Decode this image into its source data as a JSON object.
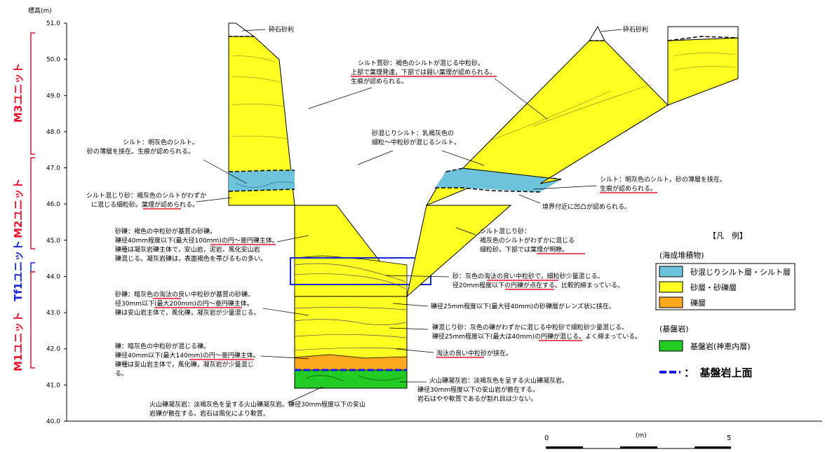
{
  "axis": {
    "title": "標高(m)",
    "ticks": [
      "51.0",
      "50.0",
      "49.0",
      "48.0",
      "47.0",
      "46.0",
      "45.0",
      "44.0",
      "43.0",
      "42.0",
      "41.0",
      "40.0"
    ]
  },
  "units": {
    "m3": "M3ユニット",
    "m2": "M2ユニット",
    "tf1": "Tf1ユニット",
    "m1": "M1ユニット"
  },
  "annotations": {
    "gravel_top_left": "砕石砂利",
    "gravel_top_right": "砕石砂利",
    "silty_sand_1": "シルト質砂：褐色のシルトが混じる中粒砂。",
    "silty_sand_2": "上部で葉理発達，下部では弱い葉理が認められる。",
    "silty_sand_3": "生痕が認められる。",
    "sand_silt_1": "砂混じりシルト：乳褐灰色の",
    "sand_silt_2": "細粒～中粒砂が混じるシルト。",
    "silt_left_1": "シルト：明灰色のシルト。",
    "silt_left_2": "砂の薄層を挟在。生痕が認められる。",
    "silt_right_1": "シルト：明灰色のシルト。砂の薄層を挟在。",
    "silt_right_2": "生痕が認められる。",
    "silt_sand_left_1": "シルト混じり砂：褐灰色のシルトがわずか",
    "silt_sand_left_2": "に混じる細粒砂。葉理が認められる。",
    "boundary": "境界付近に凹凸が認められる。",
    "silt_sand_right_1": "シルト混じり砂：",
    "silt_sand_right_2": "褐灰色のシルトがわずかに混じる",
    "silt_sand_right_3": "細粒砂。下部では葉理が明瞭。",
    "gravelly_sand_1_1": "砂礫：褐色の中粒砂が基質の砂礫。",
    "gravelly_sand_1_2": "礫径40mm程度以下(最大径100mm)の円～亜円礫主体。",
    "gravelly_sand_1_3": "礫種は凝灰岩礫主体で，安山岩，泥岩，風化安山岩",
    "gravelly_sand_1_4": "礫混じる。凝灰岩礫は，表面褐色を帯びるもの多い。",
    "sand_gray_1": "砂：灰色の淘汰の良い中粒砂で，細粒砂少量混じる。",
    "sand_gray_2": "径20mm程度以下の円礫が点在する。比較的締まっている。",
    "gravelly_sand_2_1": "砂礫：暗灰色の淘汰の良い中粒砂が基質の砂礫。",
    "gravelly_sand_2_2": "径30mm以下(最大200mm)の円～亜円礫主体。",
    "gravelly_sand_2_3": "礫は安山岩主体で，風化礫，凝灰岩が少量混じる。",
    "gravel_lens": "礫径25mm程度以下(最大径40mm)の砂礫層がレンズ状に挟在。",
    "gravel_mixed_1": "礫混じり砂：灰色の礫がわずかに混じる中粒砂で細粒砂少量混じる。",
    "gravel_mixed_2": "礫径25mm程度以下(最大は40mm)の円礫が混じる。よく締まっている。",
    "well_sorted": "淘汰の良い中粒砂が挟在。",
    "gravel_dark_1": "礫：暗灰色の中粒砂が混じる礫。",
    "gravel_dark_2": "礫径40mm以下(最大140mm)の円～亜円礫主体。",
    "gravel_dark_3": "礫種は安山岩主体で，風化礫，凝灰岩が少量混じ",
    "gravel_dark_4": "る。",
    "tuff_right_1": "火山礫凝灰岩：淡褐灰色を呈する火山礫凝灰岩。",
    "tuff_right_2": "礫径30mm程度以下の安山岩が散在する。",
    "tuff_right_3": "岩石はやや軟質であるが割れ目は少ない。",
    "tuff_bottom_1": "火山礫凝灰岩：淡褐灰色を呈する火山礫凝灰岩。礫径30mm程度以下の安山",
    "tuff_bottom_2": "岩礫が散在する。岩石は風化により軟質。"
  },
  "legend": {
    "title": "【凡　例】",
    "marine_heading": "(海成堆積物)",
    "bedrock_heading": "(基盤岩)",
    "items": [
      {
        "label": "砂混じりシルト層・シルト層",
        "color": "#6EC3DC"
      },
      {
        "label": "砂層・砂礫層",
        "color": "#FFFF22"
      },
      {
        "label": "礫層",
        "color": "#FFAA1E"
      },
      {
        "label": "基盤岩(神恵内層)",
        "color": "#22CC22"
      }
    ],
    "bedrock_surface": "：　基盤岩上面"
  },
  "scale": {
    "unit": "(m)",
    "zero": "0",
    "five": "5"
  },
  "colors": {
    "silt": "#6EC3DC",
    "sand": "#FFFF22",
    "gravel": "#FFAA1E",
    "bedrock": "#22CC22",
    "unit_red": "#E8142D",
    "unit_blue": "#1428D2",
    "underline": "#E8142D",
    "bedrock_line": "#1A1AE6"
  }
}
